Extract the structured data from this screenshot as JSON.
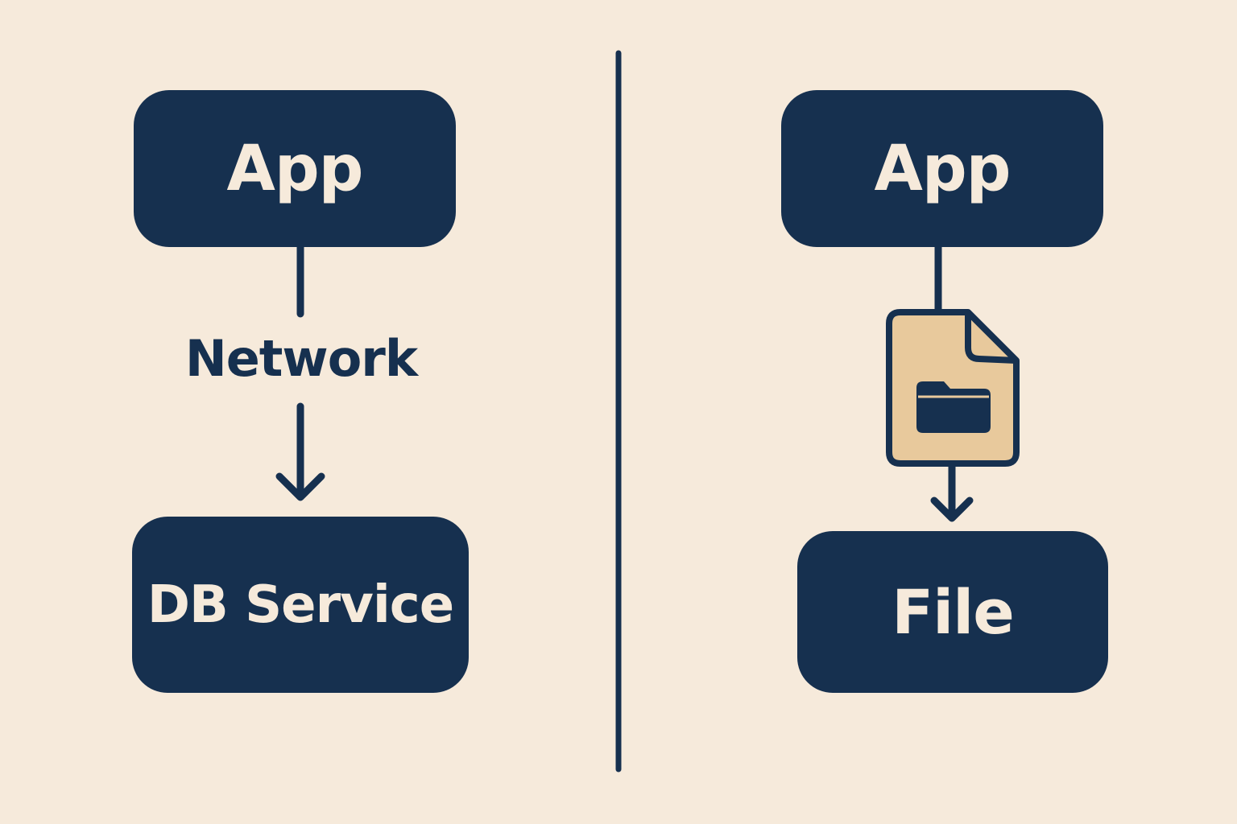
{
  "left": {
    "top_node": "App",
    "connector_label": "Network",
    "bottom_node": "DB Service"
  },
  "right": {
    "top_node": "App",
    "bottom_node": "File",
    "connector_icon": "document-with-folder-icon"
  },
  "colors": {
    "background": "#f6eadb",
    "node_fill": "#16304f",
    "node_text": "#f6eadb",
    "document_fill": "#e8c99c"
  }
}
